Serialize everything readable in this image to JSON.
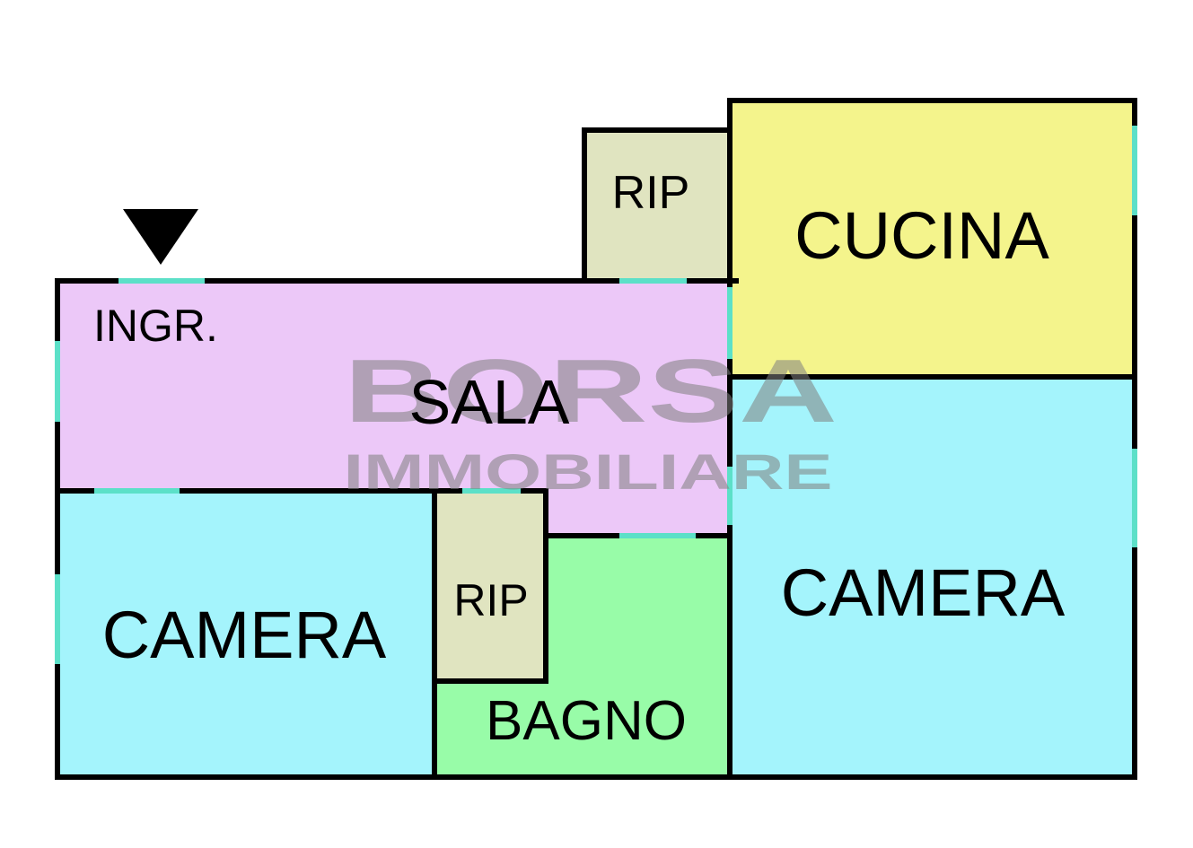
{
  "floor_plan": {
    "entrance_marker": "entrance-arrow",
    "rooms": [
      {
        "id": "rip-top",
        "label": "RIP",
        "color": "#e0e4c0"
      },
      {
        "id": "cucina",
        "label": "CUCINA",
        "color": "#f4f48c"
      },
      {
        "id": "ingresso-sala",
        "label": "INGR.",
        "label2": "SALA",
        "color": "#ecc8f8"
      },
      {
        "id": "camera-left",
        "label": "CAMERA",
        "color": "#a4f4fc"
      },
      {
        "id": "rip-mid",
        "label": "RIP",
        "color": "#e0e4c0"
      },
      {
        "id": "bagno",
        "label": "BAGNO",
        "color": "#98fca8"
      },
      {
        "id": "camera-right",
        "label": "CAMERA",
        "color": "#a4f4fc"
      }
    ],
    "colors": {
      "wall": "#000000",
      "opening": "#5ce0c8",
      "background": "#ffffff"
    }
  },
  "watermark": {
    "line1": "BORSA",
    "line2": "IMMOBILIARE",
    "color": "#808080"
  }
}
